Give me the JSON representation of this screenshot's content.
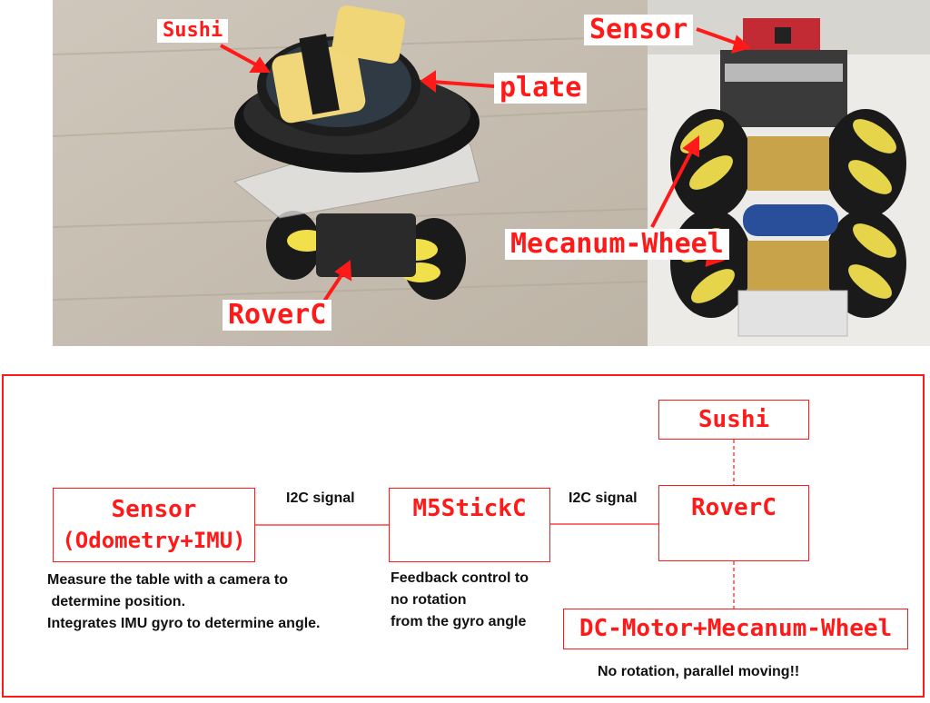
{
  "photo_labels": {
    "sushi": "Sushi",
    "plate": "plate",
    "roverc": "RoverC",
    "sensor": "Sensor",
    "mecanum": "Mecanum-Wheel"
  },
  "diagram": {
    "nodes": {
      "sensor_line1": "Sensor",
      "sensor_line2": "(Odometry+IMU)",
      "m5stickc": "M5StickC",
      "roverc": "RoverC",
      "sushi": "Sushi",
      "motor": "DC-Motor+Mecanum-Wheel"
    },
    "edges": {
      "sensor_to_m5": "I2C signal",
      "m5_to_roverc": "I2C signal"
    },
    "notes": {
      "sensor": "Measure the table with a camera to\n determine position.\nIntegrates IMU gyro to determine angle.",
      "m5stickc": "Feedback control to\nno rotation\nfrom the gyro angle",
      "motor": "No rotation, parallel moving!!"
    },
    "accent_color": "#ff1a1a"
  }
}
